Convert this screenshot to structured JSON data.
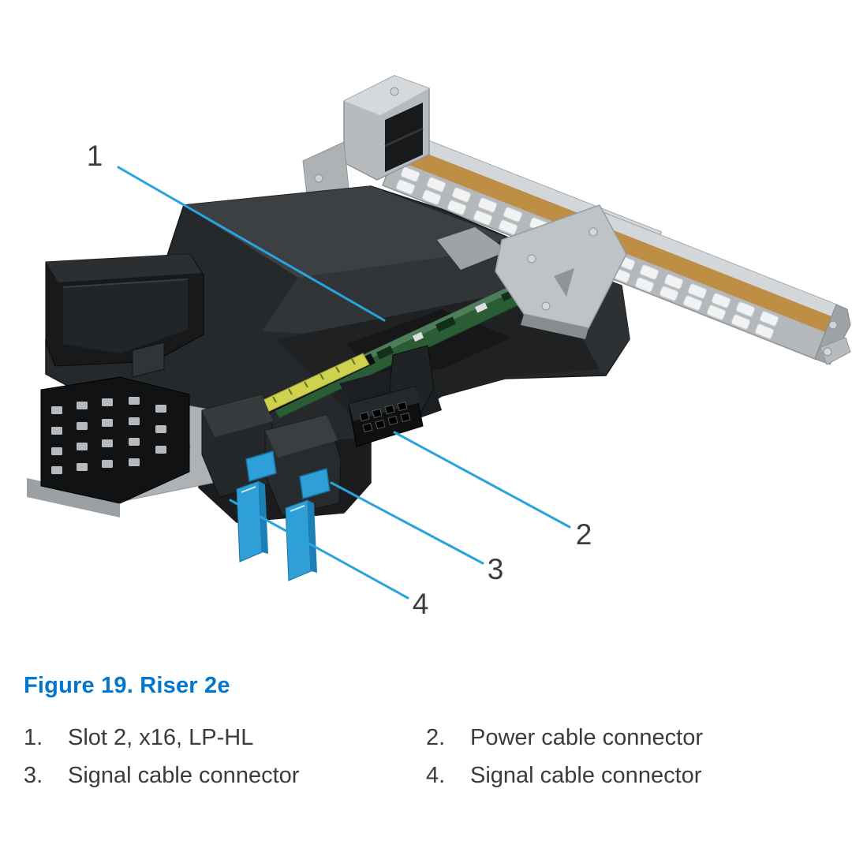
{
  "figure": {
    "caption": "Figure 19. Riser 2e"
  },
  "callouts": [
    "1",
    "2",
    "3",
    "4"
  ],
  "legend": {
    "items": [
      {
        "number": "1.",
        "label": "Slot 2, x16, LP-HL"
      },
      {
        "number": "2.",
        "label": "Power cable connector"
      },
      {
        "number": "3.",
        "label": "Signal cable connector"
      },
      {
        "number": "4.",
        "label": "Signal cable connector"
      }
    ]
  },
  "colors": {
    "accent_blue": "#29a3dc",
    "caption_blue": "#0076ce",
    "text": "#3b3b3b",
    "pcb_green": "#2a5c36",
    "clip_blue": "#2f9fd8",
    "slot_tan": "#bd8e44",
    "metal_gray": "#b4b8bb",
    "chassis_dark": "#26292b"
  }
}
